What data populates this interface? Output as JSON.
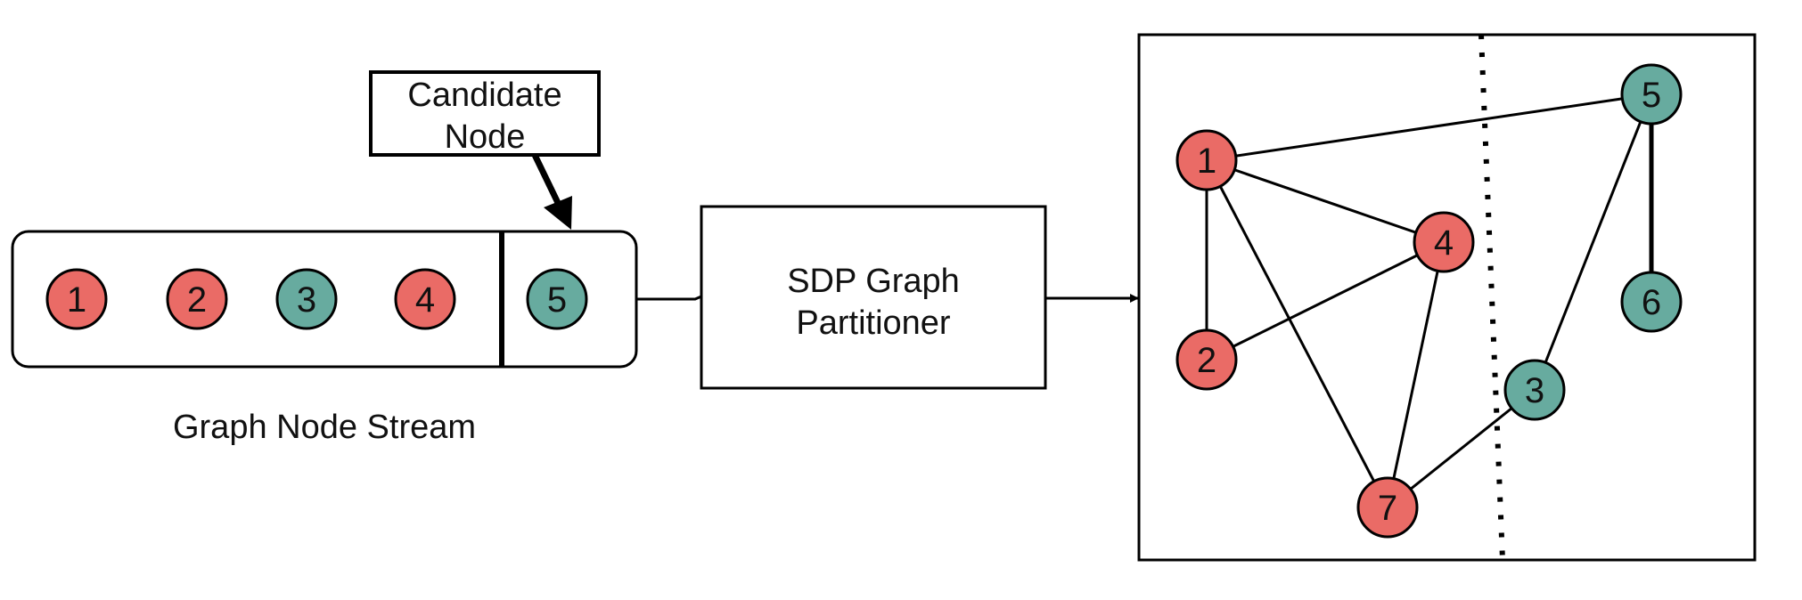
{
  "colors": {
    "red": "#ea6b66",
    "teal": "#67ab9f",
    "stroke": "#000000"
  },
  "candidate_label": [
    "Candidate",
    "Node"
  ],
  "stream_label": "Graph Node Stream",
  "partitioner_label": [
    "SDP Graph",
    "Partitioner"
  ],
  "stream_nodes": [
    {
      "id": "1",
      "part": "red"
    },
    {
      "id": "2",
      "part": "red"
    },
    {
      "id": "3",
      "part": "teal"
    },
    {
      "id": "4",
      "part": "red"
    },
    {
      "id": "5",
      "part": "teal"
    }
  ],
  "graph_nodes": [
    {
      "id": "1",
      "part": "red"
    },
    {
      "id": "4",
      "part": "red"
    },
    {
      "id": "2",
      "part": "red"
    },
    {
      "id": "7",
      "part": "red"
    },
    {
      "id": "5",
      "part": "teal"
    },
    {
      "id": "6",
      "part": "teal"
    },
    {
      "id": "3",
      "part": "teal"
    }
  ],
  "graph_edges": [
    [
      "1",
      "5"
    ],
    [
      "1",
      "4"
    ],
    [
      "1",
      "2"
    ],
    [
      "1",
      "7"
    ],
    [
      "2",
      "4"
    ],
    [
      "4",
      "7"
    ],
    [
      "7",
      "3"
    ],
    [
      "3",
      "5"
    ],
    [
      "5",
      "6"
    ]
  ]
}
